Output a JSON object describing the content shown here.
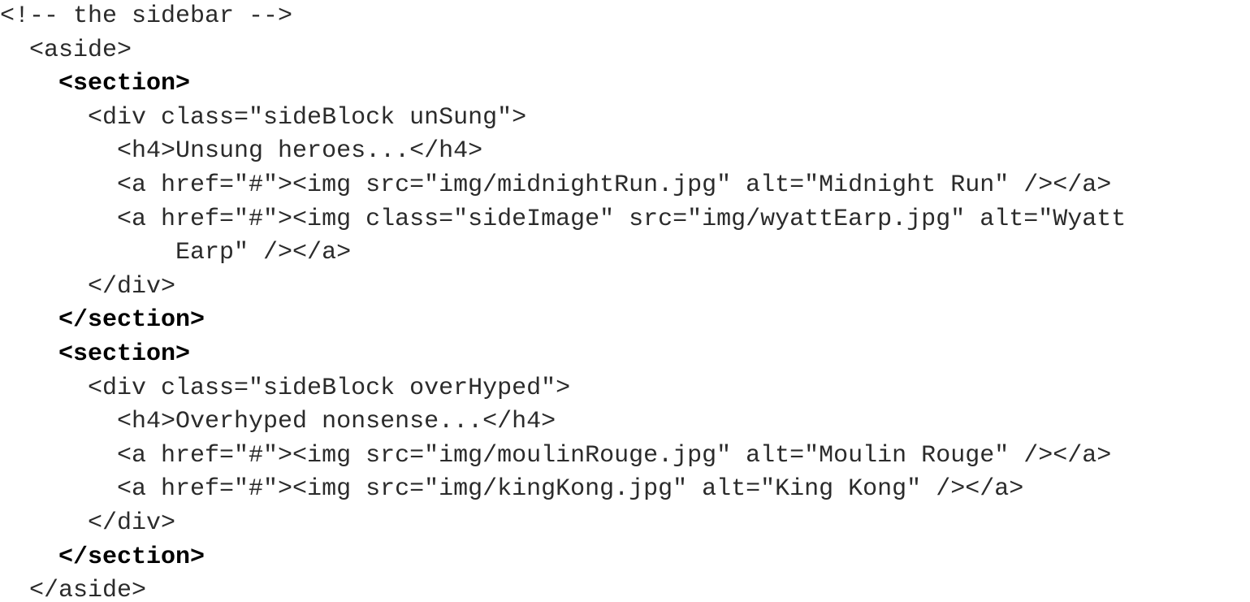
{
  "code": {
    "lines": [
      {
        "text": "<!-- the sidebar -->",
        "bold": false
      },
      {
        "text": "  <aside>",
        "bold": false
      },
      {
        "text": "    <section>",
        "bold": true
      },
      {
        "text": "      <div class=\"sideBlock unSung\">",
        "bold": false
      },
      {
        "text": "        <h4>Unsung heroes...</h4>",
        "bold": false
      },
      {
        "text": "        <a href=\"#\"><img src=\"img/midnightRun.jpg\" alt=\"Midnight Run\" /></a>",
        "bold": false
      },
      {
        "text": "        <a href=\"#\"><img class=\"sideImage\" src=\"img/wyattEarp.jpg\" alt=\"Wyatt",
        "bold": false
      },
      {
        "text": "            Earp\" /></a>",
        "bold": false
      },
      {
        "text": "      </div>",
        "bold": false
      },
      {
        "text": "    </section>",
        "bold": true
      },
      {
        "text": "    <section>",
        "bold": true
      },
      {
        "text": "      <div class=\"sideBlock overHyped\">",
        "bold": false
      },
      {
        "text": "        <h4>Overhyped nonsense...</h4>",
        "bold": false
      },
      {
        "text": "        <a href=\"#\"><img src=\"img/moulinRouge.jpg\" alt=\"Moulin Rouge\" /></a>",
        "bold": false
      },
      {
        "text": "        <a href=\"#\"><img src=\"img/kingKong.jpg\" alt=\"King Kong\" /></a>",
        "bold": false
      },
      {
        "text": "      </div>",
        "bold": false
      },
      {
        "text": "    </section>",
        "bold": true
      },
      {
        "text": "  </aside>",
        "bold": false
      }
    ]
  }
}
